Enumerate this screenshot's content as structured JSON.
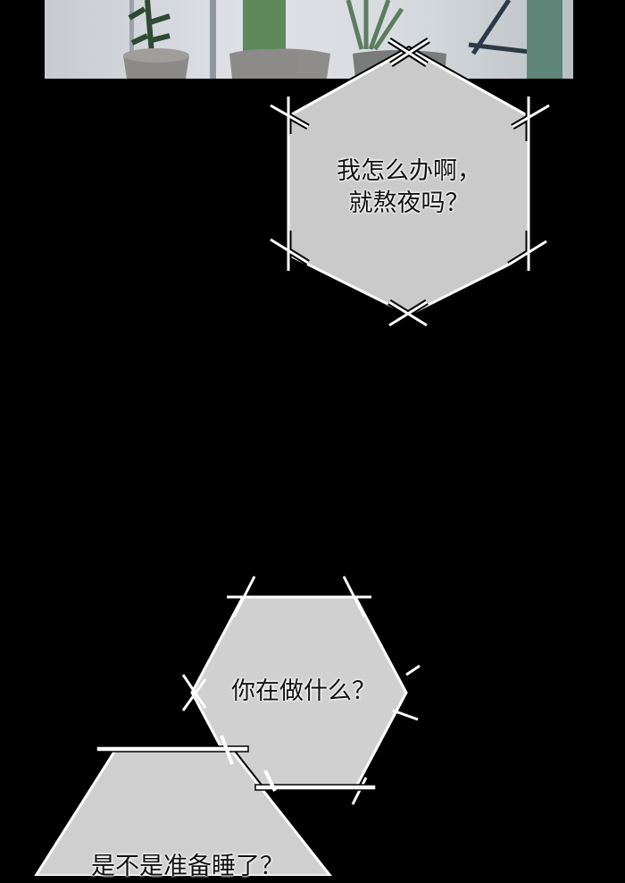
{
  "bubbles": {
    "top": {
      "lines": [
        "我怎么办啊，",
        "就熬夜吗？"
      ]
    },
    "middle": {
      "text": "你在做什么？"
    },
    "bottom": {
      "text": "是不是准备睡了？"
    }
  },
  "colors": {
    "background": "#000000",
    "bubble_fill": "#cacaca",
    "outline": "#ffffff"
  }
}
